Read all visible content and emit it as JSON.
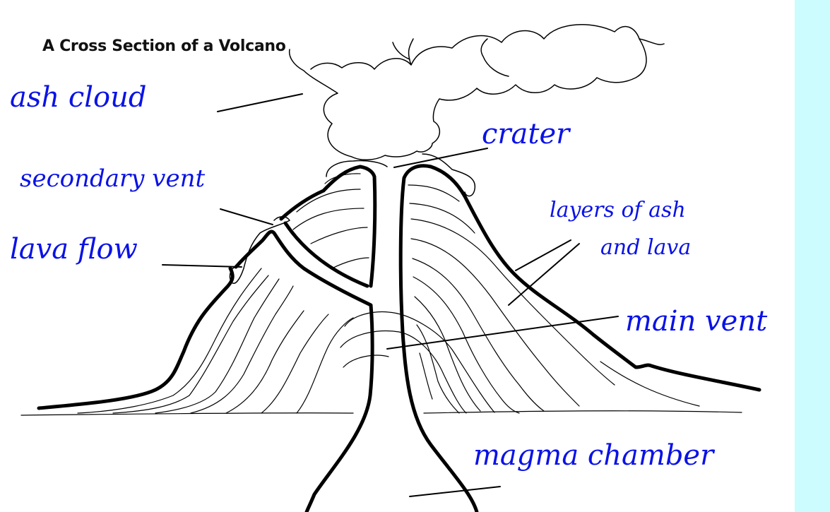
{
  "title": "A Cross Section of a Volcano",
  "labels": {
    "ash_cloud": "ash cloud",
    "crater": "crater",
    "secondary_vent": "secondary vent",
    "layers_line1": "layers of ash",
    "layers_line2": "and lava",
    "lava_flow": "lava flow",
    "main_vent": "main vent",
    "magma_chamber": "magma chamber"
  },
  "colors": {
    "background": "#ccfcfd",
    "sheet": "#ffffff",
    "label_text": "#0a12e6",
    "line_art": "#000000"
  }
}
